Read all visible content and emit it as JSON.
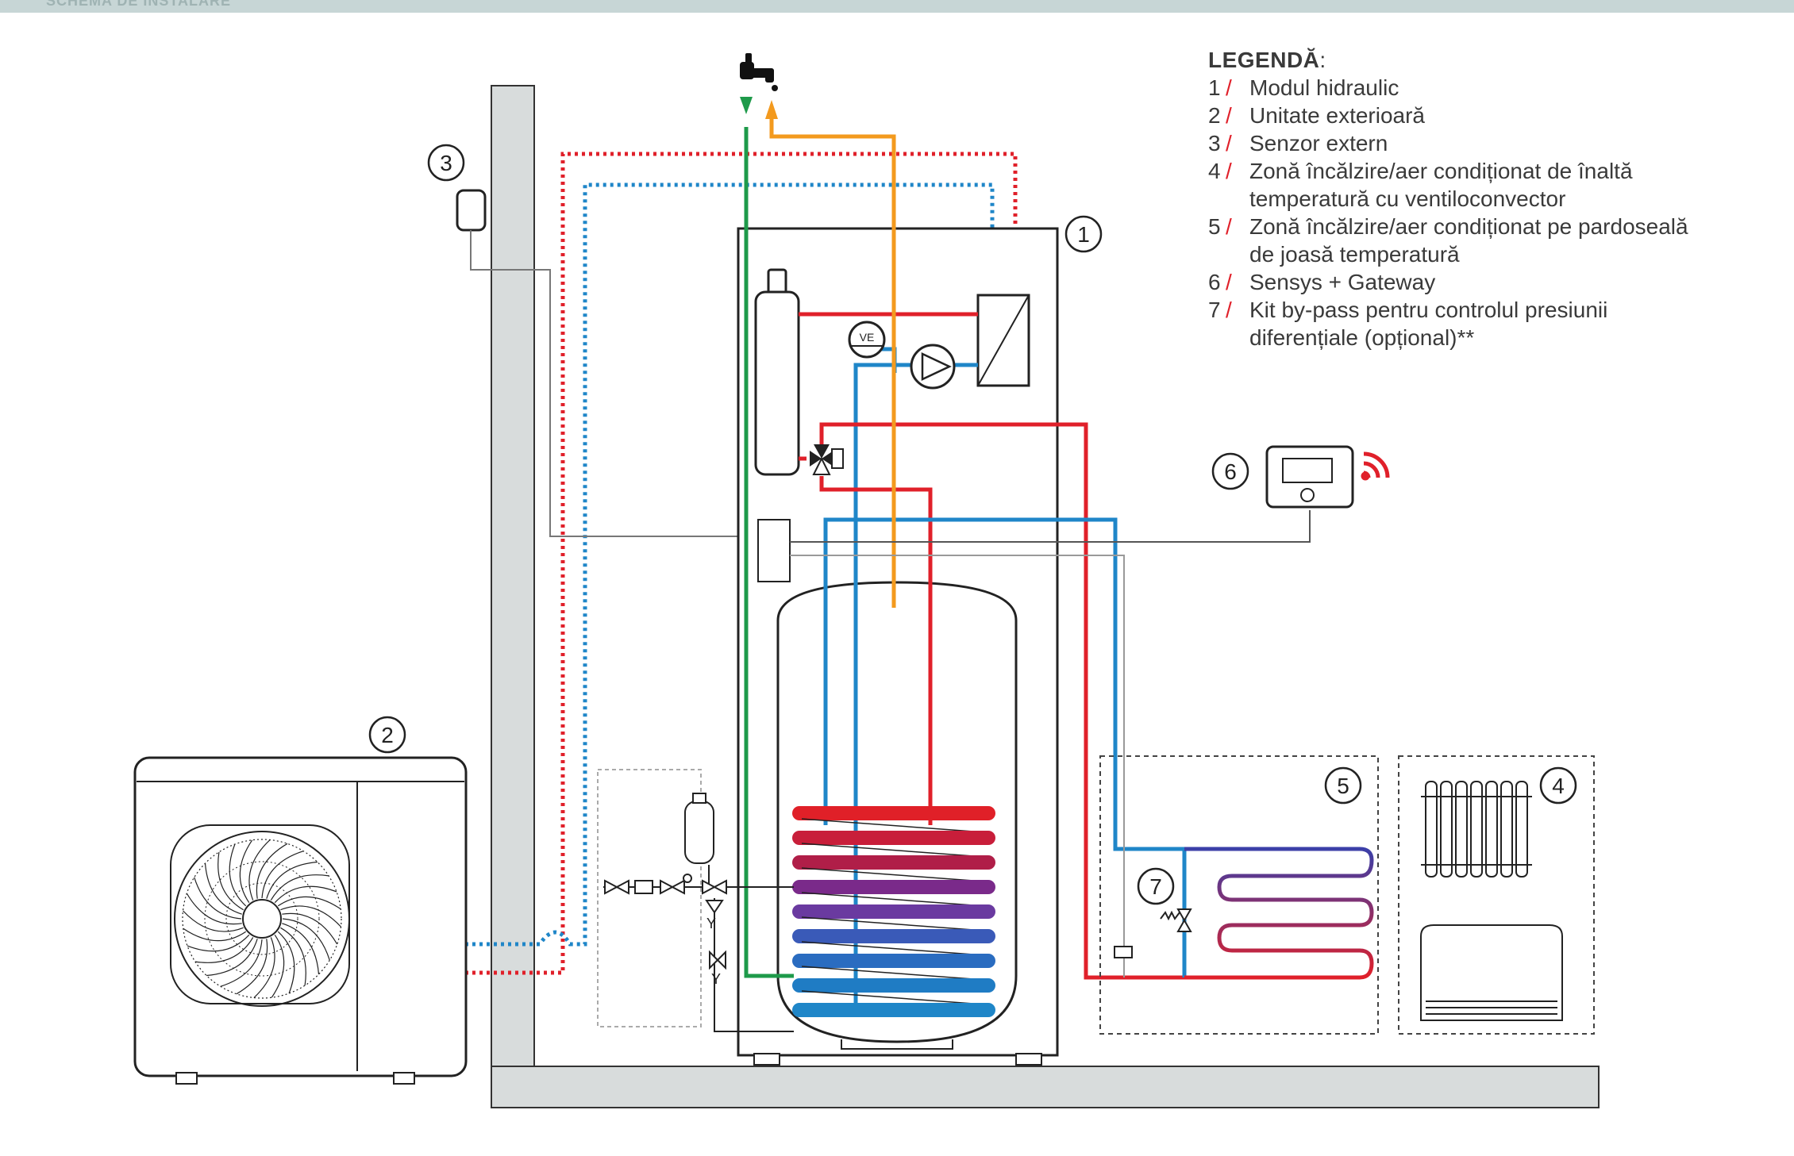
{
  "header": {
    "title": "SCHEMA DE INSTALARE"
  },
  "legend": {
    "title": "LEGENDĂ",
    "title_suffix": ":",
    "separator": "/",
    "items": [
      {
        "num": "1",
        "text": "Modul hidraulic"
      },
      {
        "num": "2",
        "text": "Unitate exterioară"
      },
      {
        "num": "3",
        "text": "Senzor extern"
      },
      {
        "num": "4",
        "text": "Zonă încălzire/aer condiționat de înaltă temperatură cu ventiloconvector"
      },
      {
        "num": "5",
        "text": "Zonă încălzire/aer condiționat pe pardoseală de joasă temperatură"
      },
      {
        "num": "6",
        "text": "Sensys + Gateway"
      },
      {
        "num": "7",
        "text": "Kit by-pass pentru controlul presiunii diferențiale (opțional)**"
      }
    ]
  },
  "callouts": {
    "c1": "1",
    "c2": "2",
    "c3": "3",
    "c4": "4",
    "c5": "5",
    "c6": "6",
    "c7": "7"
  },
  "component_labels": {
    "expansion_vessel": "VE",
    "drain_mark_1": "Y",
    "drain_mark_2": "Y"
  },
  "colors": {
    "flow_red": "#e0202a",
    "return_blue": "#1f86c8",
    "cold_water_green": "#1e9a4a",
    "hot_water_orange": "#f39a1e",
    "wall_gray": "#d8dcdc",
    "outline": "#222222"
  }
}
